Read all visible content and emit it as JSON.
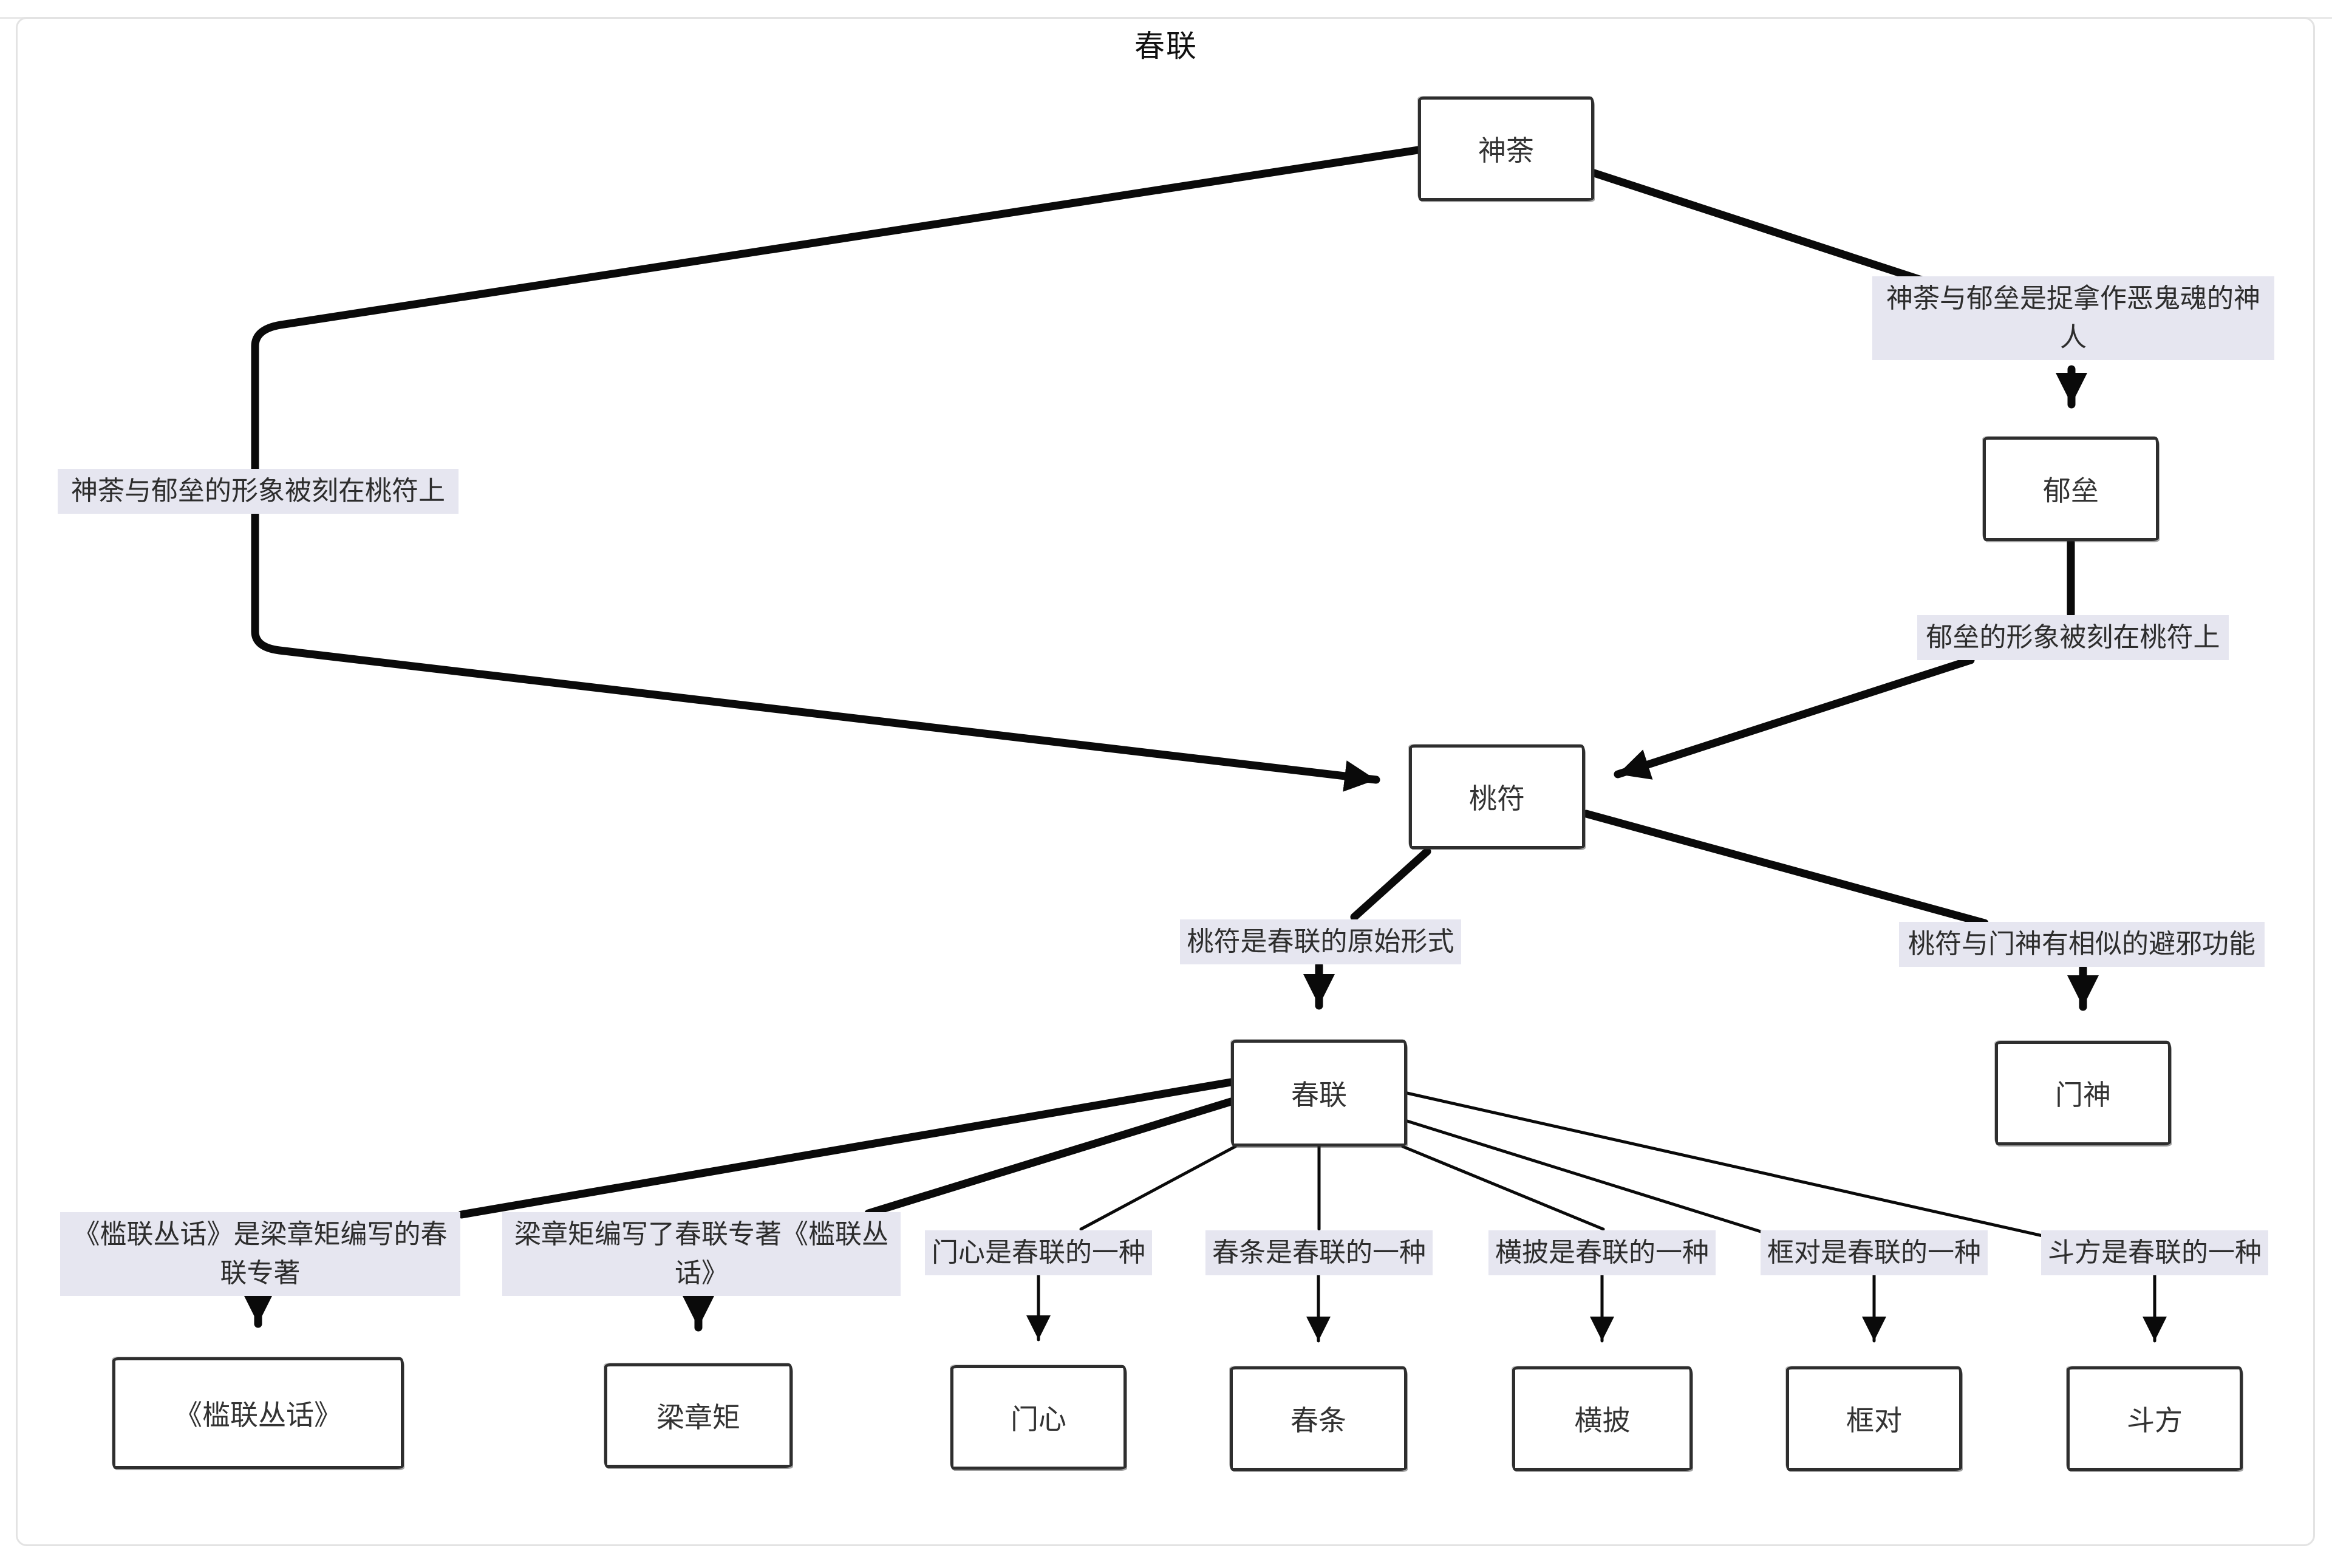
{
  "page": {
    "title": "春联"
  },
  "diagram": {
    "nodes": [
      {
        "id": "shentu",
        "label": "神荼"
      },
      {
        "id": "yulei",
        "label": "郁垒"
      },
      {
        "id": "taofu",
        "label": "桃符"
      },
      {
        "id": "chunlian",
        "label": "春联"
      },
      {
        "id": "menshen",
        "label": "门神"
      },
      {
        "id": "lanlian-book",
        "label": "《槛联丛话》"
      },
      {
        "id": "liangzhangju",
        "label": "梁章矩"
      },
      {
        "id": "menxin",
        "label": "门心"
      },
      {
        "id": "chuntiao",
        "label": "春条"
      },
      {
        "id": "hengpi",
        "label": "横披"
      },
      {
        "id": "kuangdui",
        "label": "框对"
      },
      {
        "id": "doufang",
        "label": "斗方"
      }
    ],
    "edge_labels": [
      {
        "id": "shentu-yulei",
        "text": "神荼与郁垒是捉拿作恶鬼魂的神\n人"
      },
      {
        "id": "shentu-taofu",
        "text": "神荼与郁垒的形象被刻在桃符上"
      },
      {
        "id": "yulei-taofu",
        "text": "郁垒的形象被刻在桃符上"
      },
      {
        "id": "taofu-chunlian",
        "text": "桃符是春联的原始形式"
      },
      {
        "id": "taofu-menshen",
        "text": "桃符与门神有相似的避邪功能"
      },
      {
        "id": "book-author",
        "text": "《槛联丛话》是梁章矩编写的春\n联专著"
      },
      {
        "id": "author-book",
        "text": "梁章矩编写了春联专著《槛联丛\n话》"
      },
      {
        "id": "menxin-kind",
        "text": "门心是春联的一种"
      },
      {
        "id": "chuntiao-kind",
        "text": "春条是春联的一种"
      },
      {
        "id": "hengpi-kind",
        "text": "横披是春联的一种"
      },
      {
        "id": "kuangdui-kind",
        "text": "框对是春联的一种"
      },
      {
        "id": "doufang-kind",
        "text": "斗方是春联的一种"
      }
    ],
    "colors": {
      "edge": "#0a0a0a",
      "node_border": "#2e2e2e",
      "label_bg": "#e6e6f0",
      "text": "#2d2d2d",
      "frame": "#e3e3e3"
    }
  }
}
